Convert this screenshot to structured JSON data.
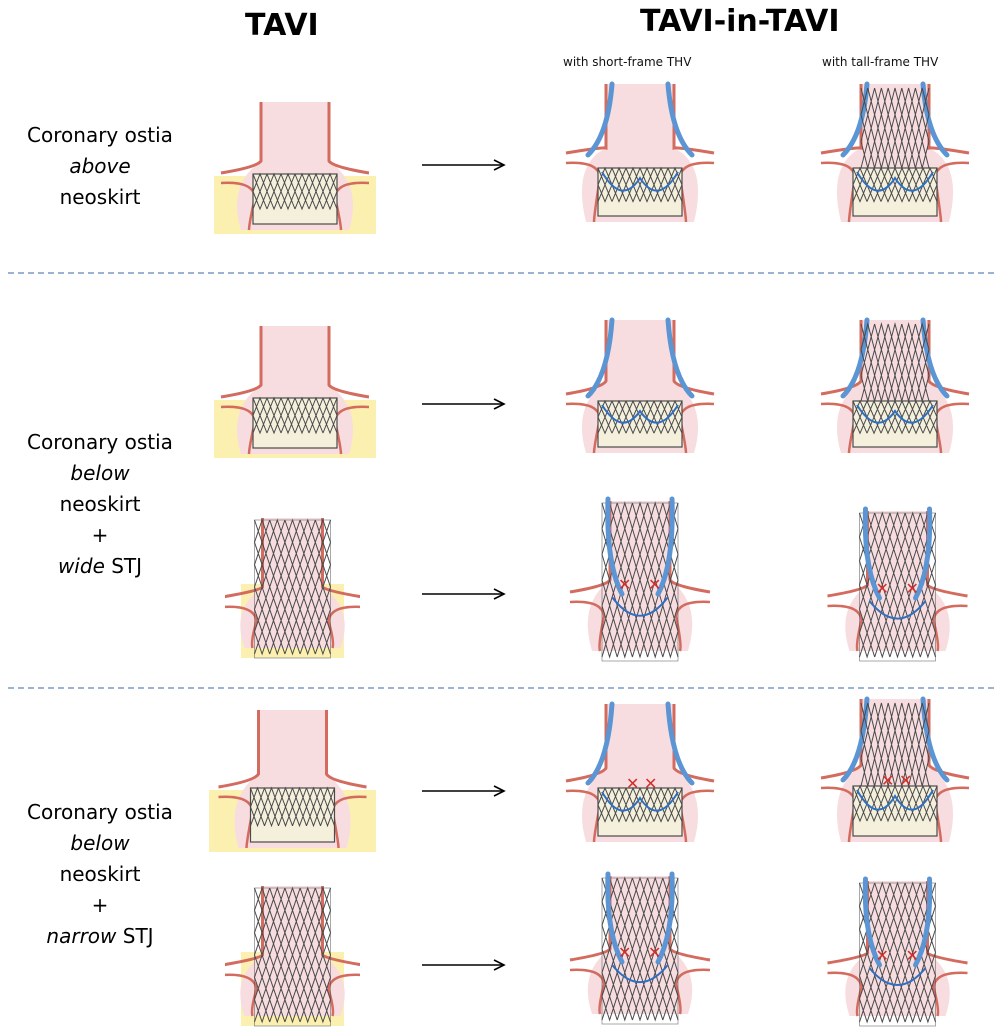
{
  "headers": {
    "tavi": "TAVI",
    "tavi_in_tavi": "TAVI-in-TAVI",
    "short_frame": "with short-frame THV",
    "tall_frame": "with tall-frame THV"
  },
  "rows": [
    {
      "lines": [
        [
          "Coronary ostia",
          ""
        ],
        [
          "above",
          "italic"
        ],
        [
          "neoskirt",
          ""
        ]
      ]
    },
    {
      "lines": [
        [
          "Coronary ostia",
          ""
        ],
        [
          "below",
          "italic"
        ],
        [
          "neoskirt",
          ""
        ],
        [
          "+",
          ""
        ],
        [
          "wide|STJ",
          "mixed"
        ]
      ]
    },
    {
      "lines": [
        [
          "Coronary ostia",
          ""
        ],
        [
          "below",
          "italic"
        ],
        [
          "neoskirt",
          ""
        ],
        [
          "+",
          ""
        ],
        [
          "narrow|STJ",
          "mixed"
        ]
      ]
    }
  ],
  "colors": {
    "aorta_fill": "#f8dde0",
    "aorta_wall": "#d36b5f",
    "neoskirt": "#fbf0b0",
    "stent": "#4a4a4a",
    "leaflet_blue": "#2f6fc0",
    "coronary_blue": "#5b95d3",
    "obstruction": "#d2302a",
    "divider": "#9db3d6"
  }
}
